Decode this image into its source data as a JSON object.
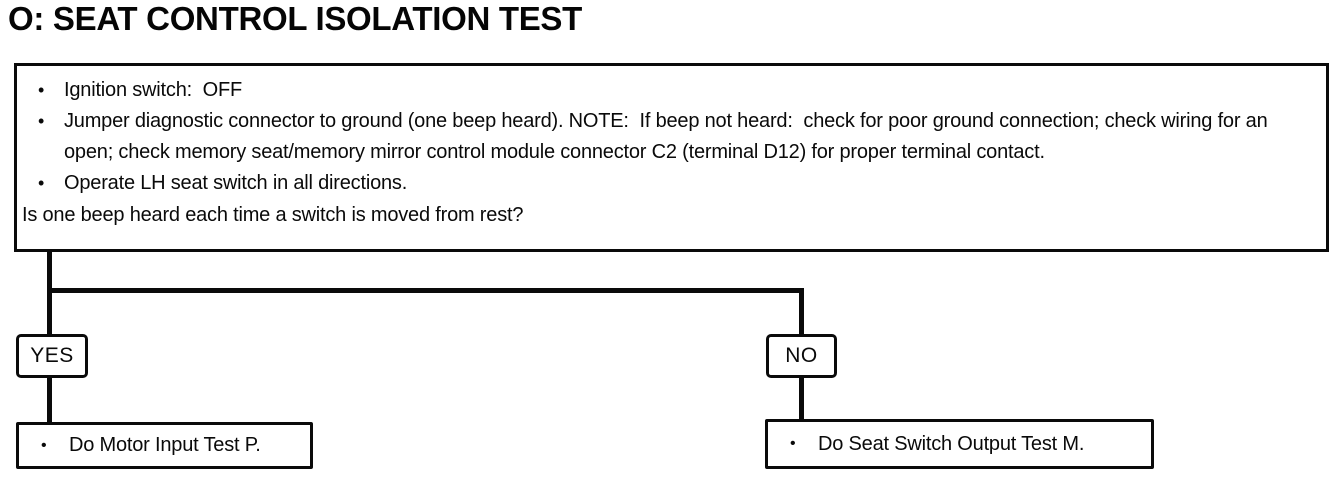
{
  "colors": {
    "ink": "#0a0a0a",
    "paper": "#ffffff"
  },
  "glyphs": {
    "bullet": "•"
  },
  "title": "O: SEAT CONTROL ISOLATION TEST",
  "procedure_box": {
    "steps": [
      "Ignition switch:  OFF",
      "Jumper diagnostic connector to ground (one beep heard). NOTE:  If beep not heard:  check for poor ground connection; check wiring for an open; check memory seat/memory mirror control module connector C2 (terminal D12) for proper terminal contact.",
      "Operate LH seat switch in all directions."
    ],
    "question": "Is one beep heard each time a switch is moved from rest?"
  },
  "branches": {
    "yes": {
      "label": "YES",
      "action": "Do Motor Input Test P."
    },
    "no": {
      "label": "NO",
      "action": "Do Seat Switch Output Test M."
    }
  }
}
